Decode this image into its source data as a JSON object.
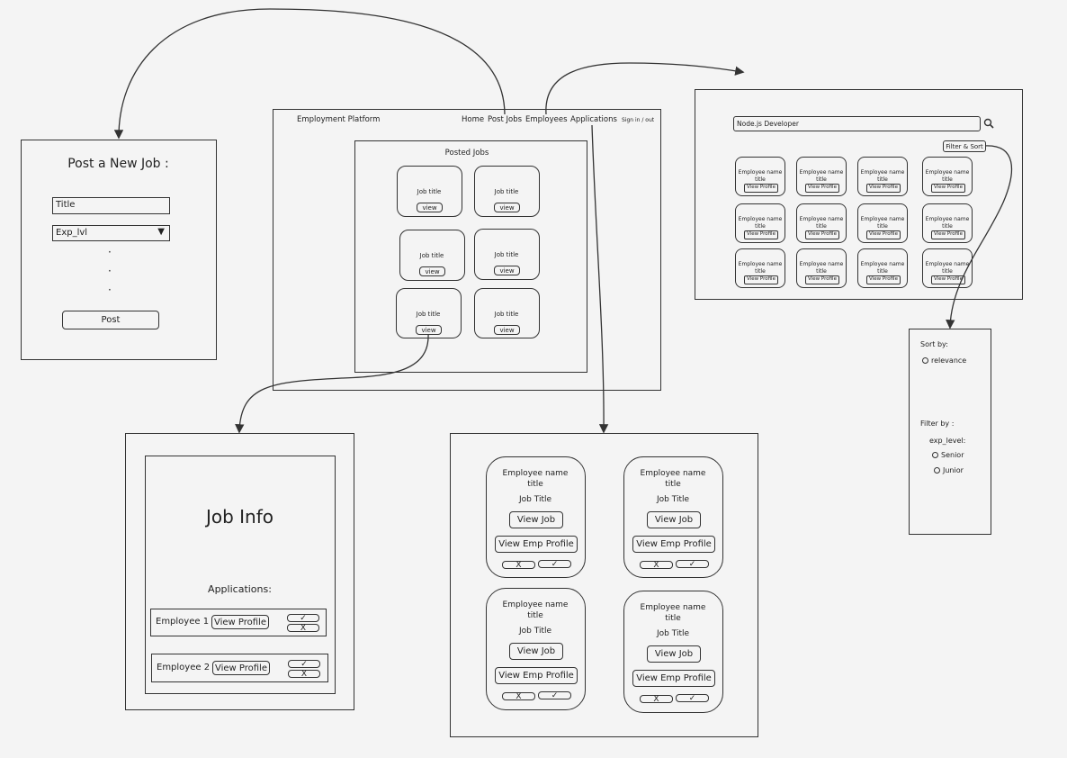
{
  "post_job": {
    "heading": "Post a New Job :",
    "title_field": "Title",
    "exp_select": "Exp_lvl",
    "dots": [
      "·",
      "·",
      "·"
    ],
    "post_button": "Post"
  },
  "main": {
    "brand": "Employment Platform",
    "nav": [
      "Home",
      "Post Jobs",
      "Employees",
      "Applications"
    ],
    "sign": "Sign in / out",
    "posted_jobs": {
      "heading": "Posted Jobs",
      "cards": [
        {
          "title": "Job title",
          "button": "view"
        },
        {
          "title": "Job title",
          "button": "view"
        },
        {
          "title": "Job title",
          "button": "view"
        },
        {
          "title": "Job title",
          "button": "view"
        },
        {
          "title": "Job title",
          "button": "view"
        },
        {
          "title": "Job title",
          "button": "view"
        }
      ]
    }
  },
  "employees": {
    "search_value": "Node.js Developer",
    "filter_button": "Filter & Sort",
    "card": {
      "name": "Employee name",
      "title": "title",
      "button": "View Profile"
    },
    "count": 12
  },
  "filter_panel": {
    "sort_label": "Sort by:",
    "sort_option": "relevance",
    "filter_label": "Filter by :",
    "exp_label": "exp_level:",
    "options": [
      "Senior",
      "Junior"
    ]
  },
  "job_info": {
    "heading": "Job Info",
    "applications_label": "Applications:",
    "applicants": [
      {
        "name": "Employee 1",
        "button": "View Profile",
        "accept": "✓",
        "reject": "X"
      },
      {
        "name": "Employee 2",
        "button": "View Profile",
        "accept": "✓",
        "reject": "X"
      }
    ]
  },
  "applications": {
    "cards": [
      {
        "name": "Employee name",
        "title": "title",
        "job": "Job Title",
        "view_job": "View Job",
        "view_profile": "View Emp Profile",
        "reject": "X",
        "accept": "✓"
      },
      {
        "name": "Employee name",
        "title": "title",
        "job": "Job Title",
        "view_job": "View Job",
        "view_profile": "View Emp Profile",
        "reject": "X",
        "accept": "✓"
      },
      {
        "name": "Employee name",
        "title": "title",
        "job": "Job Title",
        "view_job": "View Job",
        "view_profile": "View Emp Profile",
        "reject": "X",
        "accept": "✓"
      },
      {
        "name": "Employee name",
        "title": "title",
        "job": "Job Title",
        "view_job": "View Job",
        "view_profile": "View Emp Profile",
        "reject": "X",
        "accept": "✓"
      }
    ]
  }
}
